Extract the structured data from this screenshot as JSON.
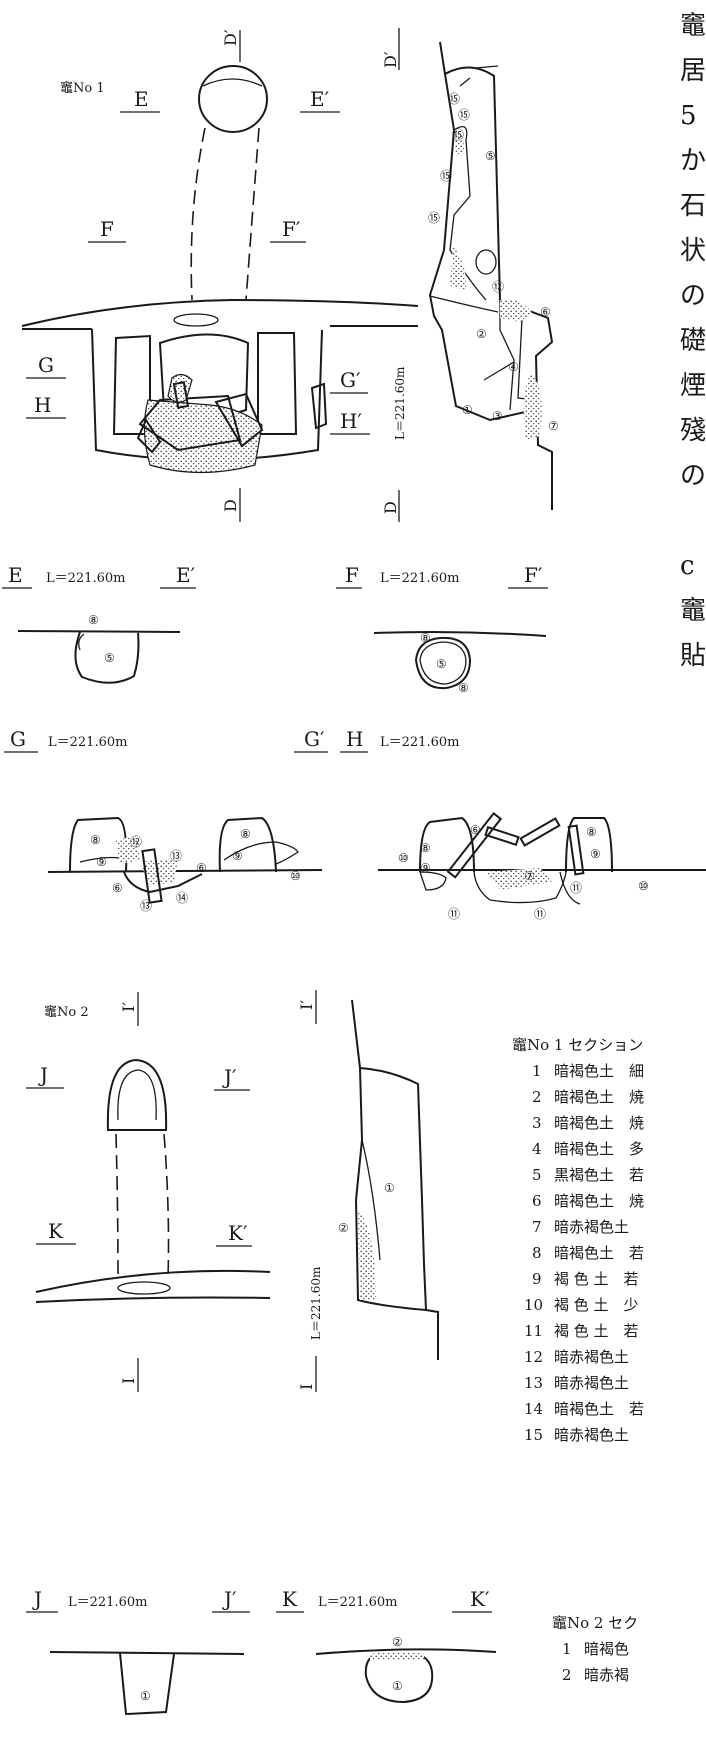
{
  "kiln1": {
    "title": "竈No 1",
    "sec_D": "D",
    "sec_D2": "D′",
    "sec_E": "E",
    "sec_E2": "E′",
    "sec_F": "F",
    "sec_F2": "F′",
    "sec_G": "G",
    "sec_G2": "G′",
    "sec_H": "H",
    "sec_H2": "H′",
    "level": "L＝221.60m",
    "level_vertical": "L＝221.60m"
  },
  "kiln2": {
    "title": "竈No 2",
    "sec_I": "I",
    "sec_I2": "I′",
    "sec_J": "J",
    "sec_J2": "J′",
    "sec_K": "K",
    "sec_K2": "K′",
    "level": "L＝221.60m",
    "level_vertical": "L＝221.60m"
  },
  "layers": [
    "①",
    "②",
    "③",
    "④",
    "⑤",
    "⑥",
    "⑦",
    "⑧",
    "⑨",
    "⑩",
    "⑪",
    "⑫",
    "⑬",
    "⑭",
    "⑮"
  ],
  "right_text": {
    "chars": [
      "竈",
      "居",
      "5",
      "か",
      "石",
      "状",
      "の",
      "礎",
      "煙",
      "殘",
      "の",
      "",
      "c",
      "竈",
      "貼"
    ]
  },
  "legend1": {
    "title": "竈No 1 セクション",
    "rows": [
      {
        "num": "1",
        "text": "暗褐色土　細"
      },
      {
        "num": "2",
        "text": "暗褐色土　焼"
      },
      {
        "num": "3",
        "text": "暗褐色土　焼"
      },
      {
        "num": "4",
        "text": "暗褐色土　多"
      },
      {
        "num": "5",
        "text": "黒褐色土　若"
      },
      {
        "num": "6",
        "text": "暗褐色土　焼"
      },
      {
        "num": "7",
        "text": "暗赤褐色土"
      },
      {
        "num": "8",
        "text": "暗褐色土　若"
      },
      {
        "num": "9",
        "text": "褐 色 土　若"
      },
      {
        "num": "10",
        "text": "褐 色 土　少"
      },
      {
        "num": "11",
        "text": "褐 色 土　若"
      },
      {
        "num": "12",
        "text": "暗赤褐色土"
      },
      {
        "num": "13",
        "text": "暗赤褐色土"
      },
      {
        "num": "14",
        "text": "暗褐色土　若"
      },
      {
        "num": "15",
        "text": "暗赤褐色土"
      }
    ]
  },
  "legend2": {
    "title": "竈No 2 セク",
    "rows": [
      {
        "num": "1",
        "text": "暗褐色"
      },
      {
        "num": "2",
        "text": "暗赤褐"
      }
    ]
  }
}
